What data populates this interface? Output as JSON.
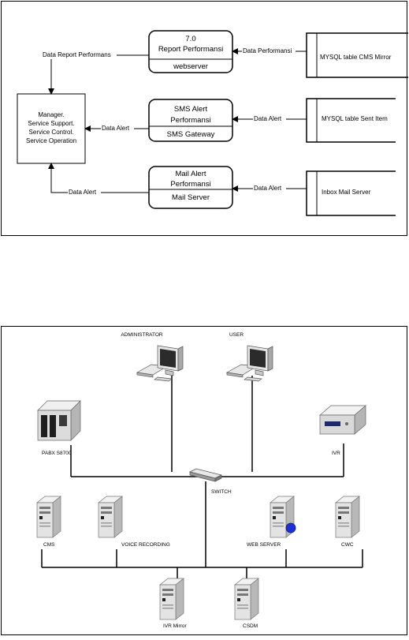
{
  "dfd": {
    "manager_lines": [
      "Manager.",
      "Service Support.",
      "Service Control.",
      "Service Operation"
    ],
    "processes": [
      {
        "lines": [
          "7.0",
          "Report Performansi"
        ],
        "foot": "webserver"
      },
      {
        "lines": [
          "SMS Alert",
          "Performansi"
        ],
        "foot": "SMS Gateway"
      },
      {
        "lines": [
          "Mail Alert",
          "Performansi"
        ],
        "foot": "Mail Server"
      }
    ],
    "stores": [
      "MYSQL table CMS Mirror",
      "MYSQL table Sent Item",
      "Inbox Mail Server"
    ],
    "flows": {
      "report_out": "Data Report Performans",
      "report_in": "Data Performansi",
      "sms_out": "Data Alert",
      "sms_in": "Data Alert",
      "mail_out": "Data Alert",
      "mail_in": "Data Alert"
    }
  },
  "network": {
    "nodes": {
      "administrator": "ADMINISTRATOR",
      "user": "USER",
      "pabx": "PABX S8700",
      "ivr": "IVR",
      "switch": "SWITCH",
      "cms": "CMS",
      "voice": "VOICE RECORDING",
      "web": "WEB SERVER",
      "cwc": "CWC",
      "ivr_mirror": "IVR Mirror",
      "csdm": "CSDM"
    }
  }
}
